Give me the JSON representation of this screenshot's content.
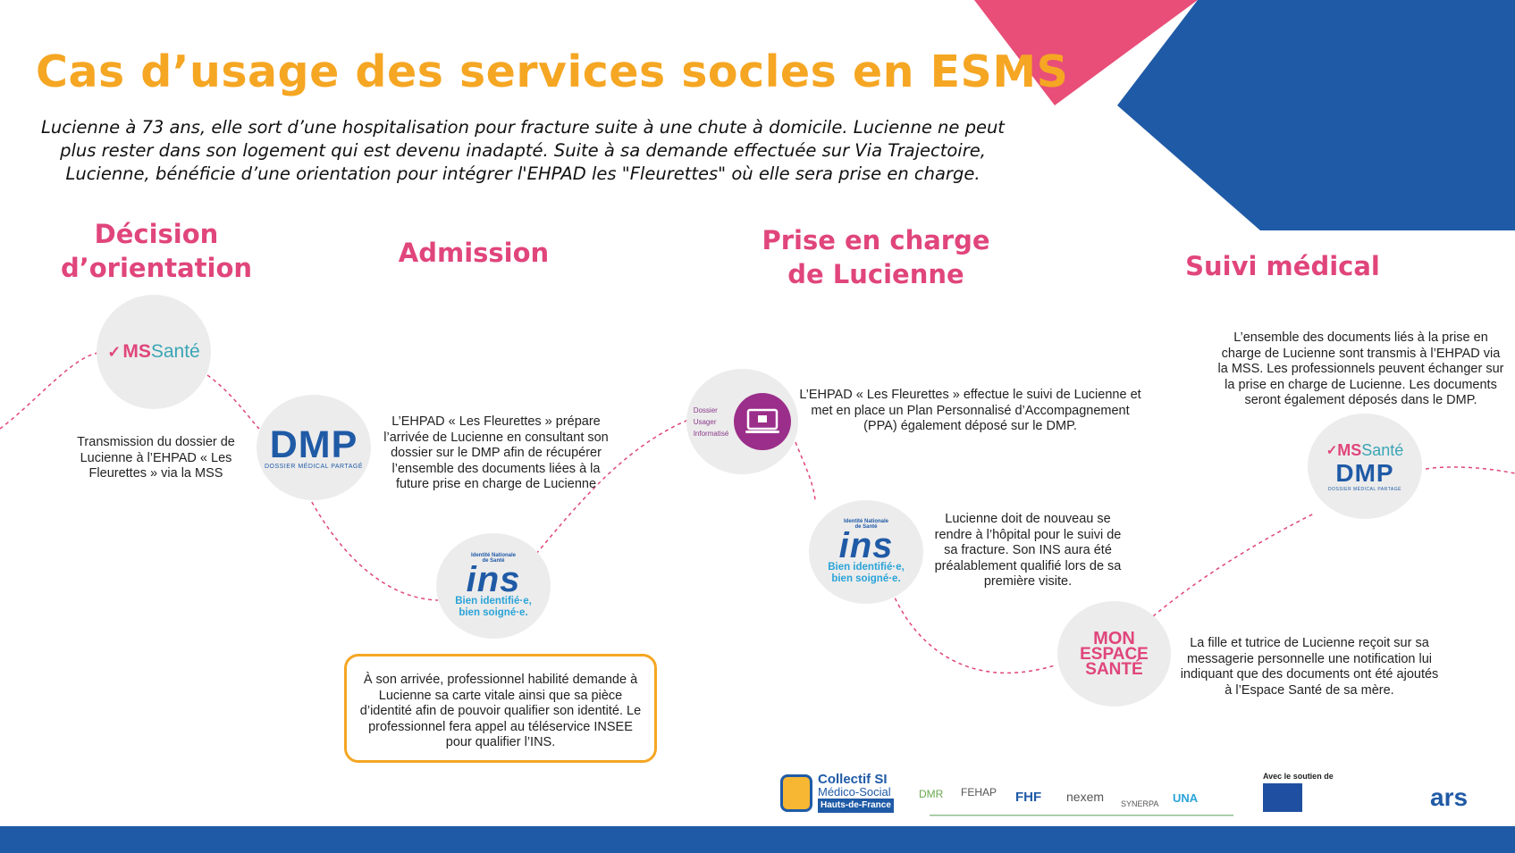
{
  "title": "Cas d’usage des services socles en ESMS",
  "intro": "Lucienne à 73 ans, elle sort d’une hospitalisation pour fracture suite à une chute à domicile. Lucienne ne peut plus rester dans son logement qui est devenu inadapté. Suite à sa demande effectuée sur Via Trajectoire, Lucienne, bénéficie d’une orientation pour intégrer l'EHPAD les \"Fleurettes\" où elle sera prise en charge.",
  "steps": {
    "decision": "Décision d’orientation",
    "admission": "Admission",
    "prise": "Prise en charge de Lucienne",
    "suivi": "Suivi médical"
  },
  "logos": {
    "mss_1": "MS",
    "mss_2": "Santé",
    "dmp": "DMP",
    "dmp_sub": "DOSSIER MÉDICAL PARTAGÉ",
    "ins_small_1": "Identité Nationale",
    "ins_small_2": "de Santé",
    "ins_word": "ins",
    "ins_tag_1": "Bien identifié·e,",
    "ins_tag_2": "bien soigné·e.",
    "dui_1": "Dossier",
    "dui_2": "Usager",
    "dui_3": "Informatisé",
    "mes_1": "MON",
    "mes_2": "ESPACE",
    "mes_3": "SANTÉ"
  },
  "texts": {
    "transmission": "Transmission du dossier de Lucienne à l’EHPAD « Les Fleurettes » via la MSS",
    "admission": "L’EHPAD « Les Fleurettes » prépare l’arrivée de Lucienne en consultant son dossier sur le DMP afin de récupérer l’ensemble des documents liées à la future prise en charge de Lucienne",
    "note": "À son arrivée, professionnel habilité demande à Lucienne sa carte vitale ainsi que sa pièce d’identité afin de pouvoir qualifier son identité. Le professionnel fera appel au téléservice INSEE pour qualifier l’INS.",
    "ppa": "L’EHPAD « Les Fleurettes » effectue le suivi de Lucienne et met en place un Plan Personnalisé d’Accompagnement (PPA) également déposé sur le DMP.",
    "hopital": "Lucienne doit de nouveau se rendre à l’hôpital pour le suivi de sa fracture. Son INS aura été préalablement qualifié lors de sa première visite.",
    "documents": "L’ensemble des documents liés à la prise en charge de Lucienne sont transmis à l’EHPAD via la MSS. Les professionnels peuvent échanger sur la prise en charge de Lucienne. Les documents seront également déposés dans le DMP.",
    "notification": "La fille et tutrice de Lucienne reçoit sur sa messagerie personnelle une notification lui indiquant que des documents ont été ajoutés à l’Espace Santé de sa mère."
  },
  "footer": {
    "collectif_1": "Collectif SI",
    "collectif_2": "Médico-Social",
    "collectif_3": "Hauts-de-France",
    "partners": [
      "DMR",
      "FEHAP",
      "FHF",
      "nexem",
      "SYNERPA",
      "UNA"
    ],
    "soutien": "Avec le soutien de",
    "ars": "ars"
  },
  "colors": {
    "orange": "#f5a623",
    "pink": "#e0457b",
    "blue": "#1f5aa6"
  }
}
